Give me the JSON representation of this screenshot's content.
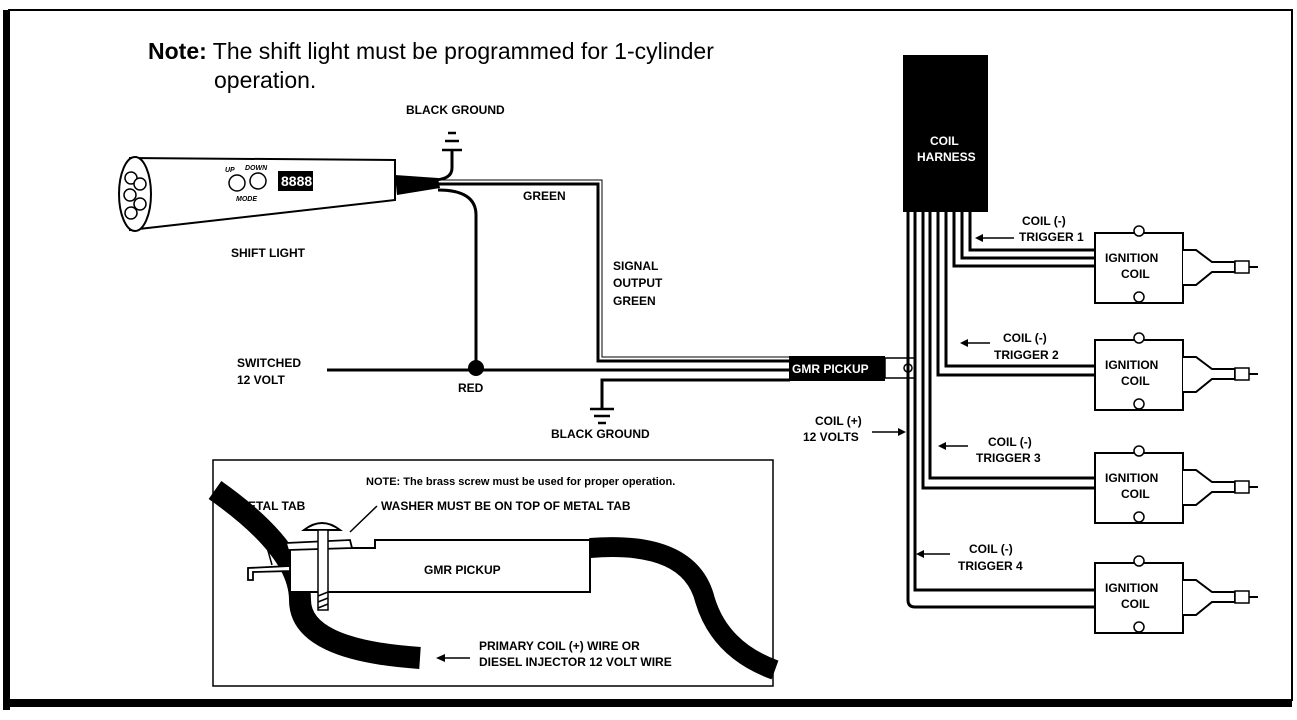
{
  "note": {
    "prefix": "Note:",
    "line1": "The shift light must be programmed for 1-cylinder",
    "line2": "operation."
  },
  "labels": {
    "black_ground_top": "BLACK GROUND",
    "green_top": "GREEN",
    "shift_light": "SHIFT LIGHT",
    "signal": "SIGNAL",
    "output": "OUTPUT",
    "green_mid": "GREEN",
    "switched": "SWITCHED",
    "twelve_volt": "12 VOLT",
    "red": "RED",
    "black_ground_bottom": "BLACK GROUND",
    "gmr_pickup": "GMR PICKUP",
    "coil_harness_1": "COIL",
    "coil_harness_2": "HARNESS",
    "coil_plus": "COIL (+)",
    "twelve_volts": "12 VOLTS",
    "device_up": "UP",
    "device_down": "DOWN",
    "device_mode": "MODE",
    "device_display": "8888"
  },
  "triggers": [
    {
      "coil": "COIL (-)",
      "trigger": "TRIGGER 1"
    },
    {
      "coil": "COIL (-)",
      "trigger": "TRIGGER 2"
    },
    {
      "coil": "COIL (-)",
      "trigger": "TRIGGER 3"
    },
    {
      "coil": "COIL (-)",
      "trigger": "TRIGGER 4"
    }
  ],
  "ignition_coil": {
    "line1": "IGNITION",
    "line2": "COIL"
  },
  "inset": {
    "note": "NOTE: The brass screw must be used for proper operation.",
    "metal_tab": "METAL TAB",
    "washer": "WASHER MUST BE ON TOP OF METAL TAB",
    "gmr_pickup": "GMR PICKUP",
    "wire_line1": "PRIMARY COIL (+) WIRE OR",
    "wire_line2": "DIESEL INJECTOR 12 VOLT WIRE"
  }
}
